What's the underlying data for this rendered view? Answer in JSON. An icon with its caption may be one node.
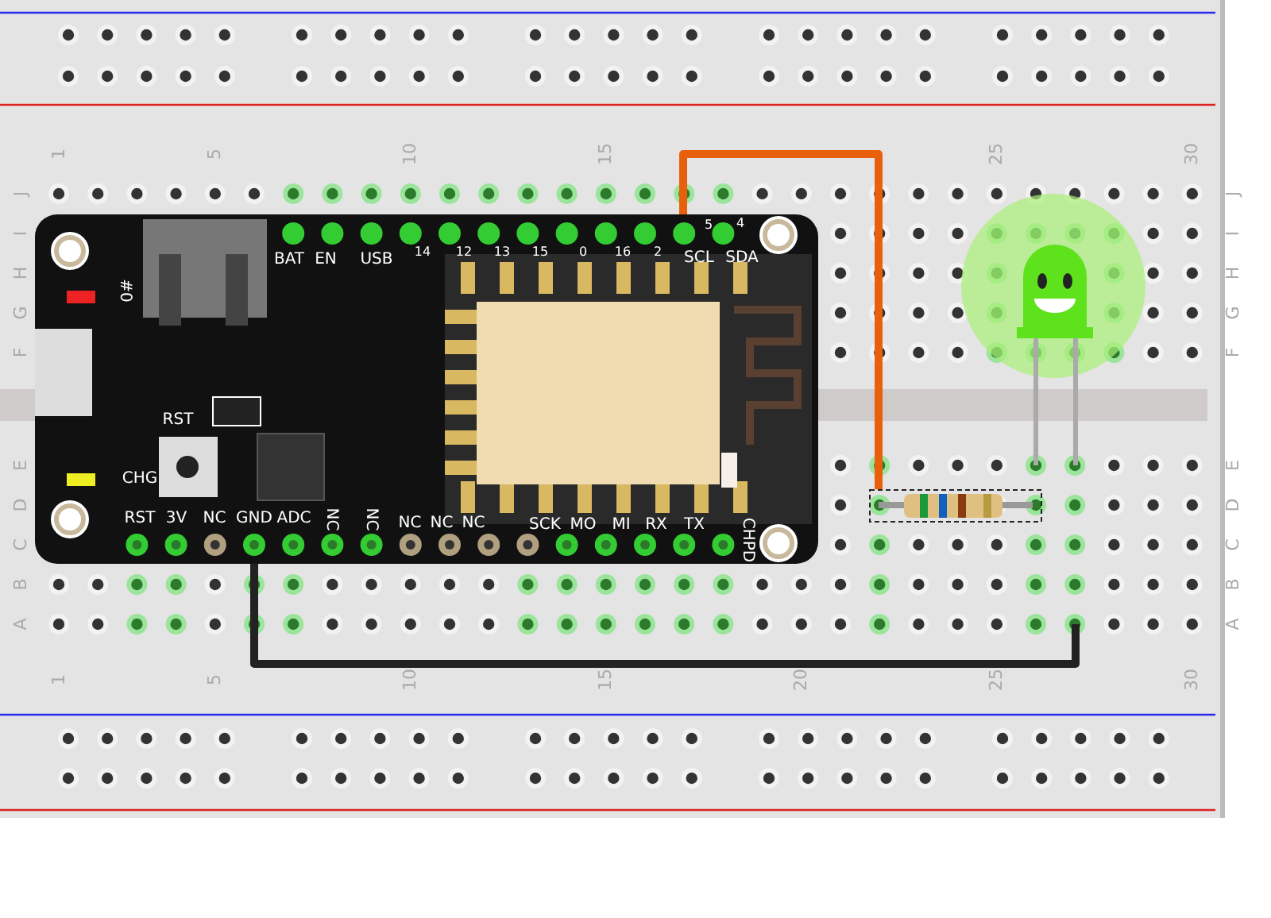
{
  "diagram": {
    "nodes": [
      {
        "text": [
          "BAT",
          "EN",
          "USB",
          "14",
          "12",
          "13",
          "15",
          "0",
          "16",
          "2",
          "5",
          "4",
          "SCL",
          "SDA",
          "#0",
          "RST",
          "CHG",
          "RST",
          "3V",
          "NC",
          "GND",
          "ADC",
          "NC",
          "NC",
          "NC",
          "NC",
          "NC",
          "SCK",
          "MO",
          "MI",
          "RX",
          "TX",
          "CHPD"
        ]
      },
      {
        "text": [],
        "shape": "picture"
      },
      {
        "text": [],
        "shape": "picture"
      }
    ],
    "edges": [
      {
        "from": 0,
        "to": 1,
        "arrow": "none",
        "color": "#e8600c"
      },
      {
        "from": 0,
        "to": null,
        "arrow": "none",
        "color": "#222222"
      }
    ],
    "labels": [
      "1",
      "5",
      "10",
      "15",
      "25",
      "30",
      "J",
      "J",
      "I",
      "I",
      "H",
      "H",
      "G",
      "G",
      "F",
      "F",
      "E",
      "E",
      "D",
      "D",
      "C",
      "C",
      "B",
      "B",
      "A",
      "A",
      "1",
      "5",
      "10",
      "15",
      "20",
      "25",
      "30"
    ]
  }
}
